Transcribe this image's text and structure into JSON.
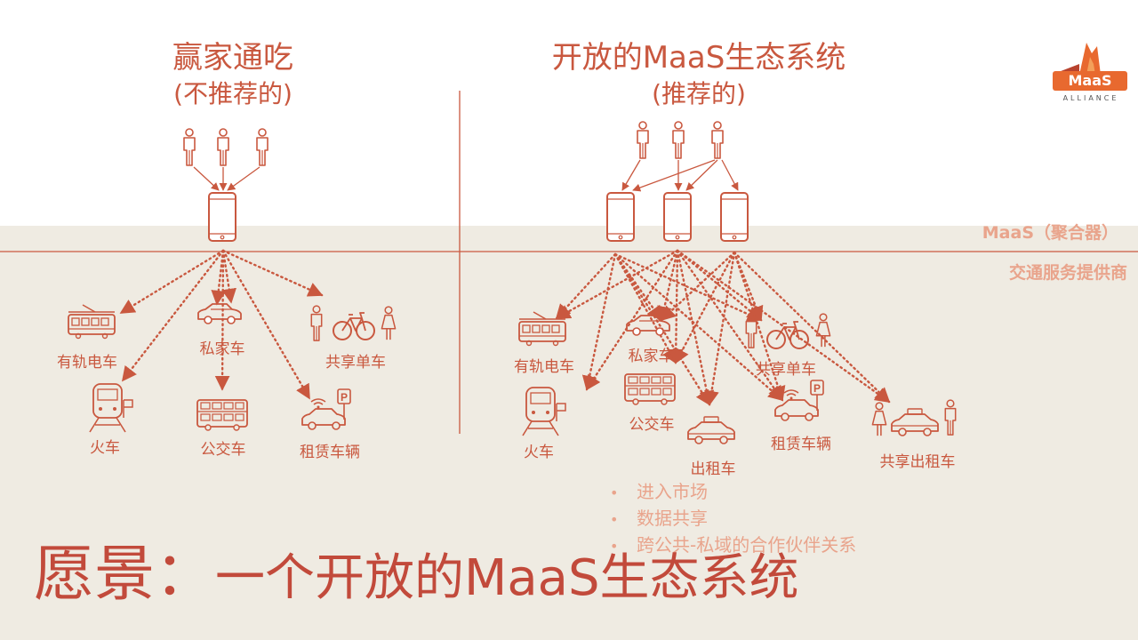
{
  "left_panel": {
    "title": "赢家通吃",
    "subtitle": "(不推荐的)",
    "modes": {
      "tram": "有轨电车",
      "car": "私家车",
      "bikeshare": "共享单车",
      "train": "火车",
      "bus": "公交车",
      "rental": "租赁车辆"
    }
  },
  "right_panel": {
    "title": "开放的MaaS生态系统",
    "subtitle": "(推荐的)",
    "modes": {
      "tram": "有轨电车",
      "car": "私家车",
      "bikeshare": "共享单车",
      "train": "火车",
      "bus": "公交车",
      "taxi": "出租车",
      "rental": "租赁车辆",
      "shared_taxi": "共享出租车"
    },
    "bullets": [
      "进入市场",
      "数据共享",
      "跨公共-私域的合作伙伴关系"
    ]
  },
  "layers": {
    "aggregator": "MaaS（聚合器）",
    "providers": "交通服务提供商"
  },
  "vision": {
    "label": "愿景：",
    "text": "一个开放的MaaS生态系统"
  },
  "logo": {
    "name": "MaaS",
    "sub": "ALLIANCE"
  },
  "colors": {
    "accent": "#c9583f",
    "light_accent": "#e9a48c",
    "lower_background": "#efebe2",
    "logo_orange": "#e8692f"
  }
}
